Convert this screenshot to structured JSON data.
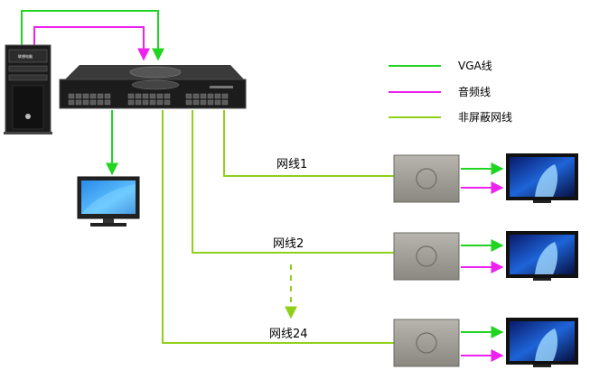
{
  "legend": [
    {
      "label": "VGA线",
      "color": "#22d422"
    },
    {
      "label": "音频线",
      "color": "#ee22ee"
    },
    {
      "label": "非屏蔽网线",
      "color": "#8fd019"
    }
  ],
  "cables": [
    {
      "label": "网线1"
    },
    {
      "label": "网线2"
    },
    {
      "label": "网线24"
    }
  ],
  "pc": {
    "brand": "联想电脑"
  },
  "colors": {
    "vga": "#22d422",
    "audio": "#ee22ee",
    "utp": "#8fd019"
  },
  "icons": [
    "desktop-pc-icon",
    "network-switch-icon",
    "monitor-icon",
    "receiver-box-icon",
    "display-screen-icon",
    "arrow-icon"
  ]
}
